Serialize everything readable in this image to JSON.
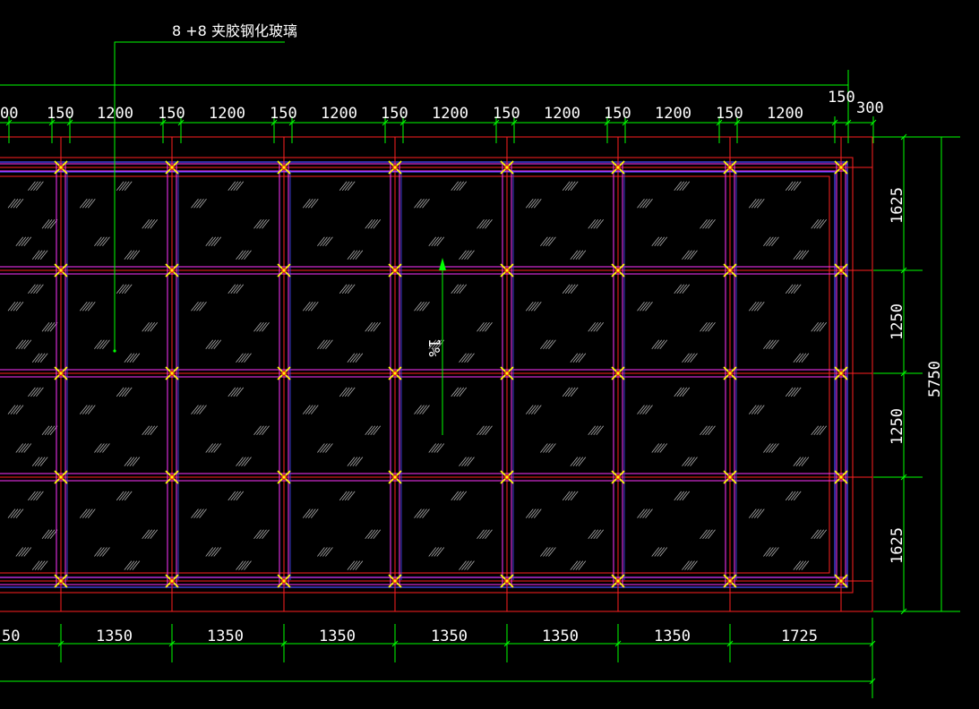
{
  "drawing": {
    "glass_label": "8 +8 夹胶钢化玻璃",
    "slope_label": "1%",
    "top_dims": [
      "00",
      "150",
      "1200",
      "150",
      "1200",
      "150",
      "1200",
      "150",
      "1200",
      "150",
      "1200",
      "150",
      "1200",
      "150",
      "1200",
      "150",
      "300"
    ],
    "right_dims": [
      "1625",
      "1250",
      "1250",
      "1625"
    ],
    "right_total": "5750",
    "bottom_dims": [
      "50",
      "1350",
      "1350",
      "1350",
      "1350",
      "1350",
      "1350",
      "1725"
    ],
    "colors": {
      "background": "#000000",
      "frame": "#ff2020",
      "beam": "#ff33ff",
      "edge": "#4a4aff",
      "dimension": "#00ff00",
      "node": "#ffff00",
      "hatch": "#b0b0b0",
      "text": "#ffffff"
    }
  }
}
